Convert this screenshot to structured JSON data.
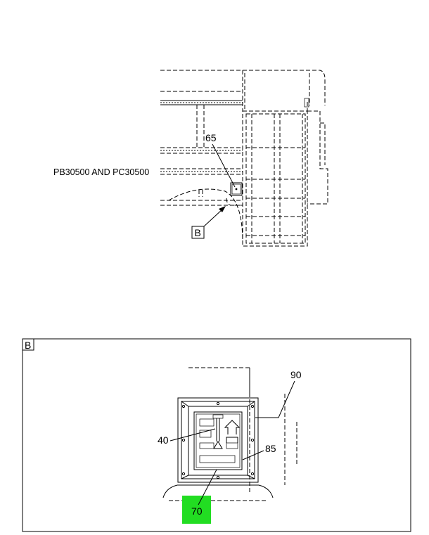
{
  "top_view": {
    "caption": "PB30500 AND PC30500",
    "callout_65": "65",
    "detail_ref": "B"
  },
  "detail": {
    "frame_label": "B",
    "callout_90": "90",
    "callout_40": "40",
    "callout_85": "85",
    "callout_70": "70",
    "highlight_color": "#22dd22"
  }
}
